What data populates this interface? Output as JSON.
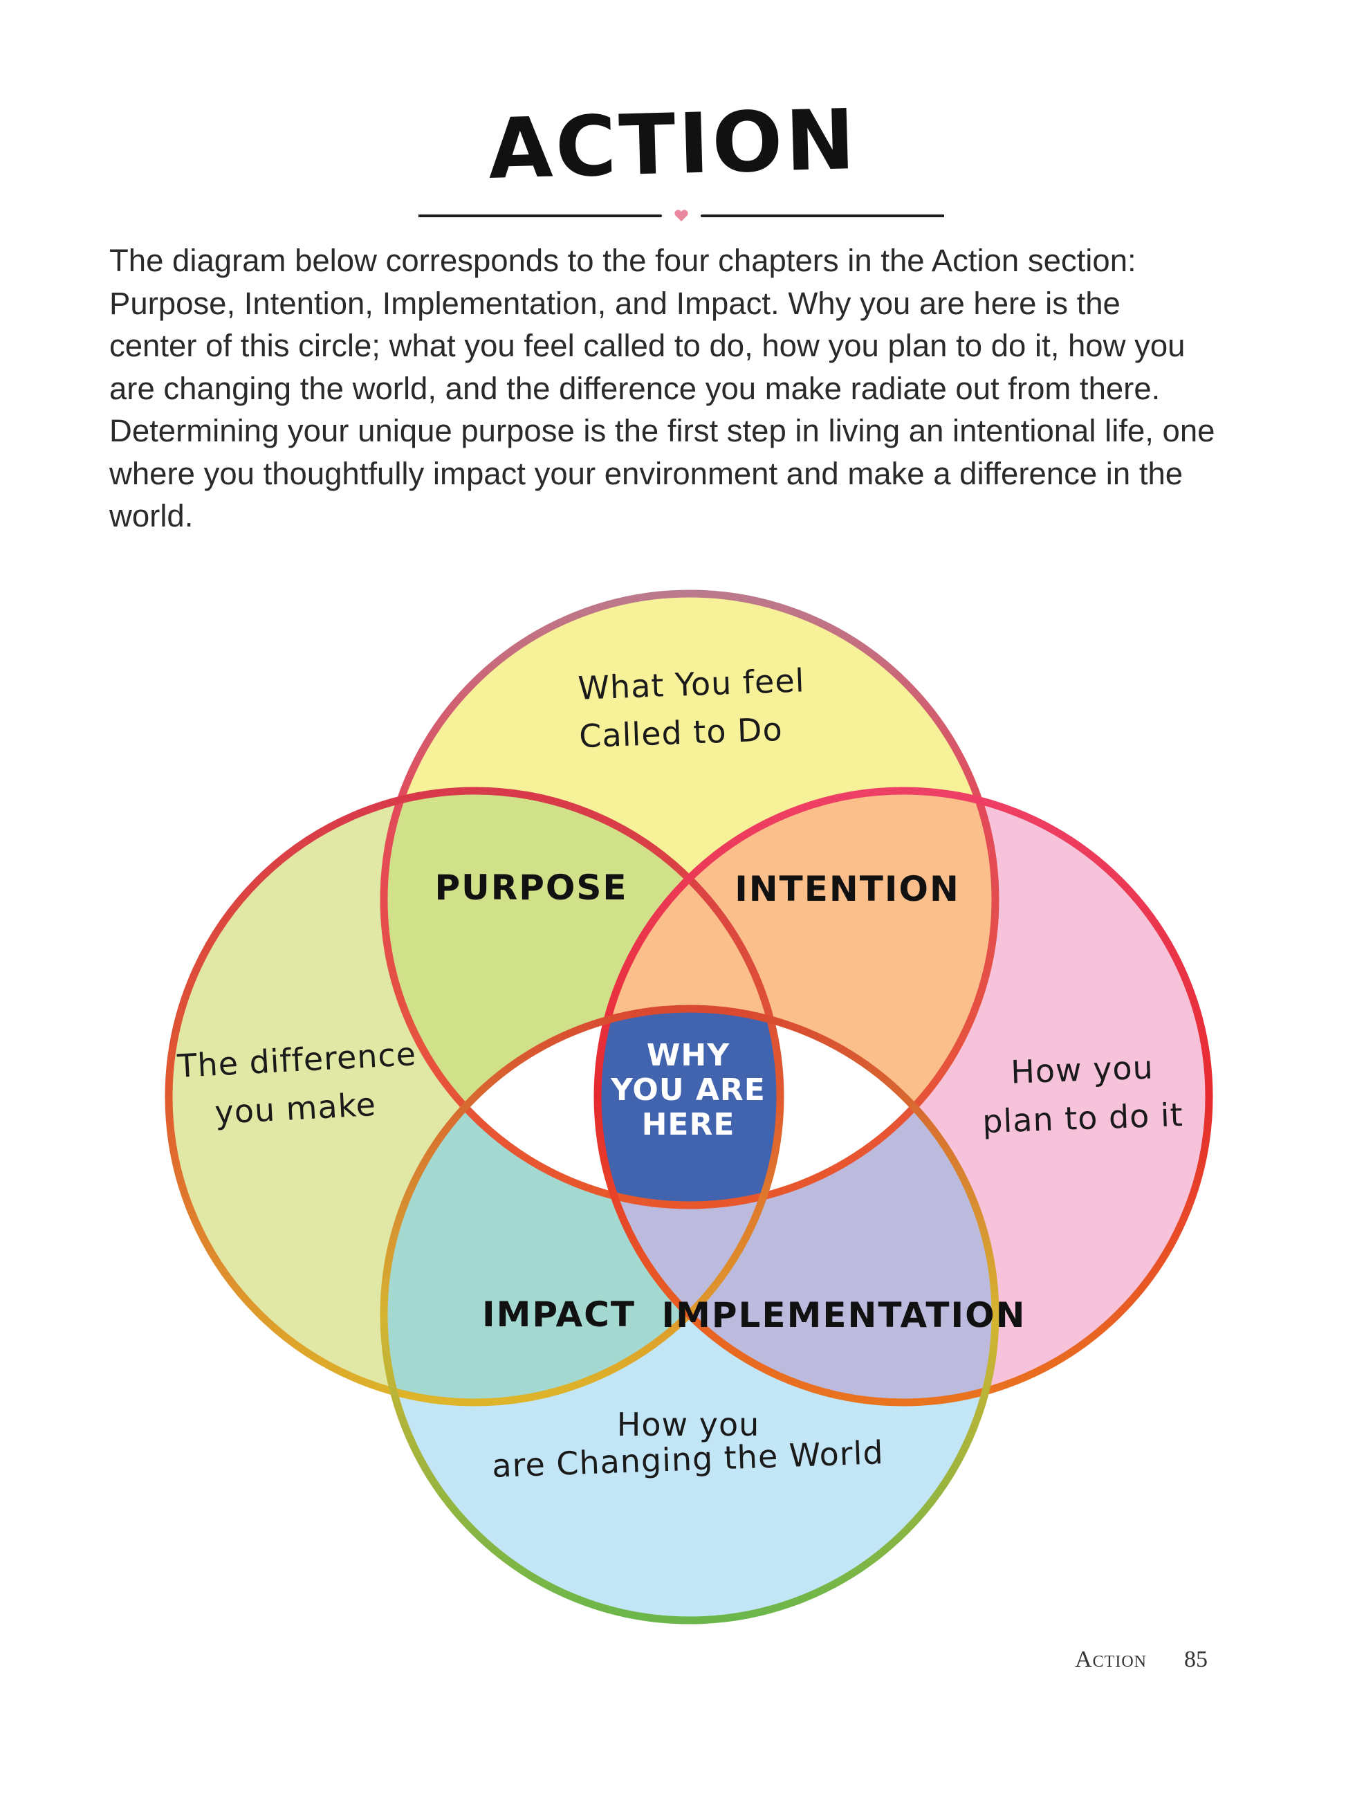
{
  "page": {
    "title": "ACTION",
    "intro": "The diagram below corresponds to the four chapters in the Action section: Purpose, Intention, Implementation, and Impact. Why you are here is the center of this circle; what you feel called to do, how you plan to do it, how you are changing the world, and the difference you make radiate out from there. Determining your unique purpose is the first step in living an intentional life, one where you thoughtfully impact your environment and make a difference in the world."
  },
  "diagram": {
    "outer_labels": {
      "top": [
        "What You feel",
        "Called to Do"
      ],
      "left": [
        "The difference",
        "you make"
      ],
      "right": [
        "How you",
        "plan to do it"
      ],
      "bottom": [
        "How you",
        "are Changing the World"
      ]
    },
    "overlap_labels": {
      "purpose": "PURPOSE",
      "intention": "INTENTION",
      "impact": "IMPACT",
      "implementation": "IMPLEMENTATION"
    },
    "center_label": [
      "WHY",
      "YOU ARE",
      "HERE"
    ],
    "colors": {
      "top_circle": "#f7f19a",
      "left_circle": "#e1e8a6",
      "right_circle": "#f6c3da",
      "bottom_circle": "#c3e6f6",
      "purpose": "#d1e18a",
      "intention": "#fbbf8c",
      "impact": "#a3d9d1",
      "implementation": "#bcbbde",
      "center": "#4263ae",
      "divider_heart": "#e8879e"
    }
  },
  "footer": {
    "section": "Action",
    "page_number": "85"
  }
}
